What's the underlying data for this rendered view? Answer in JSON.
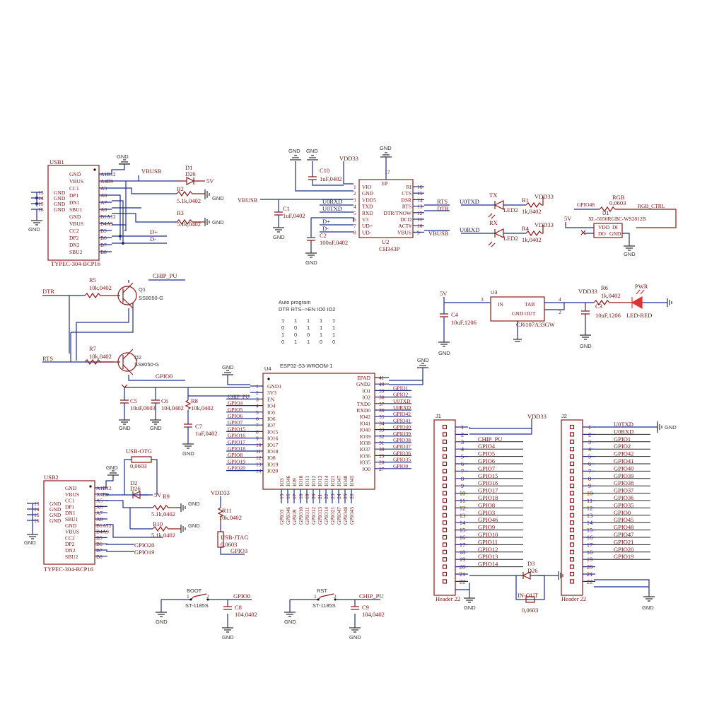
{
  "usb1": {
    "ref": "USB1",
    "part": "TYPEC-304-BCP16",
    "left_pins": [
      "13",
      "14",
      "15",
      "16"
    ],
    "left_names": [
      "GND",
      "GND",
      "GND",
      "GND"
    ],
    "names": [
      "GND",
      "VBUS",
      "CC1",
      "DP1",
      "DN1",
      "SBU1",
      "GND",
      "VBUS",
      "CC2",
      "DP2",
      "DN2",
      "SBU2"
    ],
    "pins": [
      "A1B12",
      "A4B9",
      "A5",
      "A6",
      "A7",
      "A8",
      "B1A12",
      "B4A9",
      "B5",
      "B6",
      "B7",
      "B8"
    ]
  },
  "usb2": {
    "ref": "USB2",
    "part": "TYPEC-304-BCP16",
    "left_pins": [
      "13",
      "14",
      "15",
      "16"
    ],
    "left_names": [
      "GND",
      "GND",
      "GND",
      "GND"
    ],
    "names": [
      "GND",
      "VBUS",
      "CC1",
      "DP1",
      "DN1",
      "SBU1",
      "GND",
      "VBUS",
      "CC2",
      "DP2",
      "DN2",
      "SBU2"
    ],
    "pins": [
      "A1B12",
      "A4B9",
      "A5",
      "A6",
      "A7",
      "A8",
      "B1A12",
      "B4A9",
      "B5",
      "B6",
      "B7",
      "B8"
    ]
  },
  "labels": {
    "gnd": "GND",
    "vbusb": "VBUSB",
    "v5": "5V",
    "vdd33": "VDD33",
    "vbus": "VBUSB",
    "d_plus": "D+",
    "d_minus": "D-",
    "dtr": "DTR",
    "rts": "RTS",
    "chip_pu": "CHIP_PU",
    "gpio0": "GPIO0",
    "u0txd": "U0TXD",
    "u0rxd": "U0RXD",
    "gpio48": "GPIO48",
    "rgb_ctrl": "RGB_CTRL",
    "tx": "TX",
    "rx": "RX",
    "pwr": "PWR",
    "gpio20": "GPIO20",
    "gpio19": "GPIO19",
    "gpio3": "GPIO3"
  },
  "usb_power": {
    "d1": "D1",
    "d1_val": "D26",
    "r2": "R2",
    "r2_val": "5.1k,0402",
    "r3": "R3",
    "r3_val": "5.1k,0402"
  },
  "usb_otg": {
    "jumper": "USB-OTG",
    "jumper_val": "0,0603",
    "d2": "D2",
    "d2_val": "D26",
    "r9": "R9",
    "r9_val": "5.1k,0402",
    "r10": "R10",
    "r10_val": "5.1k,0402"
  },
  "jtag": {
    "r11": "R11",
    "r11_val": "10k,0402",
    "jumper": "USB-JTAG",
    "jumper_val": "0,0603"
  },
  "ch343": {
    "ref": "U2",
    "part": "CH343P",
    "left": [
      [
        "1",
        "VIO"
      ],
      [
        "2",
        "GND"
      ],
      [
        "3",
        "VDD5"
      ],
      [
        "4",
        "TXD"
      ],
      [
        "5",
        "RXD"
      ],
      [
        "6",
        "V3"
      ],
      [
        "7",
        "UD+"
      ],
      [
        "8",
        "UD-"
      ]
    ],
    "right": [
      [
        "16",
        "RI"
      ],
      [
        "15",
        "CTS"
      ],
      [
        "14",
        "DSR"
      ],
      [
        "13",
        "RTS"
      ],
      [
        "12",
        "DTR/TNOW"
      ],
      [
        "11",
        "DCD"
      ],
      [
        "10",
        "ACT#"
      ],
      [
        "9",
        "VBUS"
      ]
    ],
    "top_pin": "17",
    "ep": "EP",
    "c10": "C10",
    "c10_val": "1uF,0402",
    "c1": "C1",
    "c1_val": "1uF,0402",
    "c2": "C2",
    "c2_val": "100nF,0402"
  },
  "leds": {
    "led_tx": "LED2",
    "led_rx": "LED2",
    "r1": "R1",
    "r1_val": "1k,0402",
    "r4": "R4",
    "r4_val": "1k,0402"
  },
  "rgb": {
    "ref": "U1",
    "part": "XL-5050RGBC-WS2812B",
    "r": "RGB",
    "r_val": "0,0603",
    "pins": [
      "VDD",
      "DI",
      "DO",
      "GND"
    ],
    "pin_nums": [
      "1",
      "2",
      "3",
      "4"
    ]
  },
  "autoprog": {
    "r5": "R5",
    "r5_val": "10k,0402",
    "q1": "Q1",
    "q1_part": "SS8050-G",
    "r7": "R7",
    "r7_val": "10k,0402",
    "q2": "Q2",
    "q2_part": "SS8050-G",
    "title": "Auto program",
    "header": "DTR RTS-->EN IO0 IO2",
    "rows": [
      [
        "1",
        "1",
        "1",
        "1",
        "1"
      ],
      [
        "0",
        "0",
        "1",
        "1",
        "1"
      ],
      [
        "1",
        "0",
        "0",
        "1",
        "1"
      ],
      [
        "0",
        "1",
        "1",
        "0",
        "0"
      ]
    ]
  },
  "regulator": {
    "ref": "U3",
    "part": "CJ6107A33GW",
    "pins": [
      "IN",
      "GND",
      "TAB",
      "OUT"
    ],
    "pin_in": "3",
    "pin_out": "2",
    "pin_tab": "4",
    "c4": "C4",
    "c4_val": "10uF,1206",
    "c3": "C3",
    "c3_val": "10uF,1206",
    "r6": "R6",
    "r6_val": "1k,0402",
    "led": "LED-RED"
  },
  "esp32": {
    "ref": "U4",
    "part": "ESP32-S3-WROOM-1",
    "left": [
      [
        "1",
        "GND1"
      ],
      [
        "2",
        "3V3"
      ],
      [
        "3",
        "EN"
      ],
      [
        "4",
        "IO4"
      ],
      [
        "5",
        "IO5"
      ],
      [
        "6",
        "IO6"
      ],
      [
        "7",
        "IO7"
      ],
      [
        "8",
        "IO15"
      ],
      [
        "9",
        "IO16"
      ],
      [
        "10",
        "IO17"
      ],
      [
        "11",
        "IO18"
      ],
      [
        "12",
        "IO8"
      ],
      [
        "13",
        "IO19"
      ],
      [
        "14",
        "IO20"
      ]
    ],
    "left_nets": [
      "",
      "",
      "CHIP_PU",
      "GPIO4",
      "GPIO5",
      "GPIO6",
      "GPIO7",
      "GPIO15",
      "GPIO16",
      "GPIO17",
      "GPIO18",
      "GPIO8",
      "GPIO19",
      "GPIO20"
    ],
    "right": [
      [
        "41",
        "EPAD"
      ],
      [
        "40",
        "GND2"
      ],
      [
        "39",
        "IO1"
      ],
      [
        "38",
        "IO2"
      ],
      [
        "37",
        "TXD0"
      ],
      [
        "36",
        "RXD0"
      ],
      [
        "35",
        "IO42"
      ],
      [
        "34",
        "IO41"
      ],
      [
        "33",
        "IO40"
      ],
      [
        "32",
        "IO39"
      ],
      [
        "31",
        "IO38"
      ],
      [
        "30",
        "IO37"
      ],
      [
        "29",
        "IO36"
      ],
      [
        "28",
        "IO35"
      ],
      [
        "27",
        "IO0"
      ]
    ],
    "right_nets": [
      "",
      "",
      "GPIO1",
      "GPIO2",
      "U0TXD",
      "U0RXD",
      "GPIO42",
      "GPIO41",
      "GPIO40",
      "GPIO39",
      "GPIO38",
      "GPIO37",
      "GPIO36",
      "GPIO35",
      "GPIO0"
    ],
    "bottom_names": [
      "IO3",
      "IO46",
      "IO9",
      "IO10",
      "IO11",
      "IO12",
      "IO13",
      "IO14",
      "IO21",
      "IO47",
      "IO48",
      "IO45"
    ],
    "bottom_pins": [
      "15",
      "16",
      "17",
      "18",
      "19",
      "20",
      "21",
      "22",
      "23",
      "24",
      "25",
      "26"
    ],
    "bottom_nets": [
      "GPIO3",
      "GPIO46",
      "GPIO9",
      "GPIO10",
      "GPIO11",
      "GPIO12",
      "GPIO13",
      "GPIO14",
      "GPIO21",
      "GPIO47",
      "GPIO48",
      "GPIO45"
    ],
    "c5": "C5",
    "c5_val": "10uF,0603",
    "c6": "C6",
    "c6_val": "104,0402",
    "r8": "R8",
    "r8_val": "10k,0402",
    "c7": "C7",
    "c7_val": "1uF,0402"
  },
  "j1": {
    "ref": "J1",
    "part": "Header 22",
    "nets": [
      "",
      "",
      "CHIP_PU",
      "GPIO4",
      "GPIO5",
      "GPIO6",
      "GPIO7",
      "GPIO15",
      "GPIO16",
      "GPIO17",
      "GPIO18",
      "GPIO8",
      "GPIO3",
      "GPIO46",
      "GPIO9",
      "GPIO10",
      "GPIO11",
      "GPIO12",
      "GPIO13",
      "GPIO14",
      "",
      ""
    ],
    "d3": "D3",
    "d3_val": "D26",
    "jumper": "IN-OUT",
    "jumper_val": "0,0603"
  },
  "j2": {
    "ref": "J2",
    "part": "Header 22",
    "nets": [
      "U0TXD",
      "U0RXD",
      "GPIO1",
      "GPIO2",
      "GPIO42",
      "GPIO41",
      "GPIO40",
      "GPIO39",
      "GPIO38",
      "GPIO37",
      "GPIO36",
      "GPIO35",
      "GPIO0",
      "GPIO45",
      "GPIO48",
      "GPIO47",
      "GPIO21",
      "GPIO20",
      "GPIO19",
      "",
      "",
      ""
    ]
  },
  "boot": {
    "name": "BOOT",
    "sw": "ST-1185S",
    "c8": "C8",
    "c8_val": "104,0402",
    "pin1": "1",
    "pin2": "2"
  },
  "rst": {
    "name": "RST",
    "sw": "ST-1185S",
    "c9": "C9",
    "c9_val": "104,0402",
    "pin1": "1",
    "pin2": "2"
  }
}
